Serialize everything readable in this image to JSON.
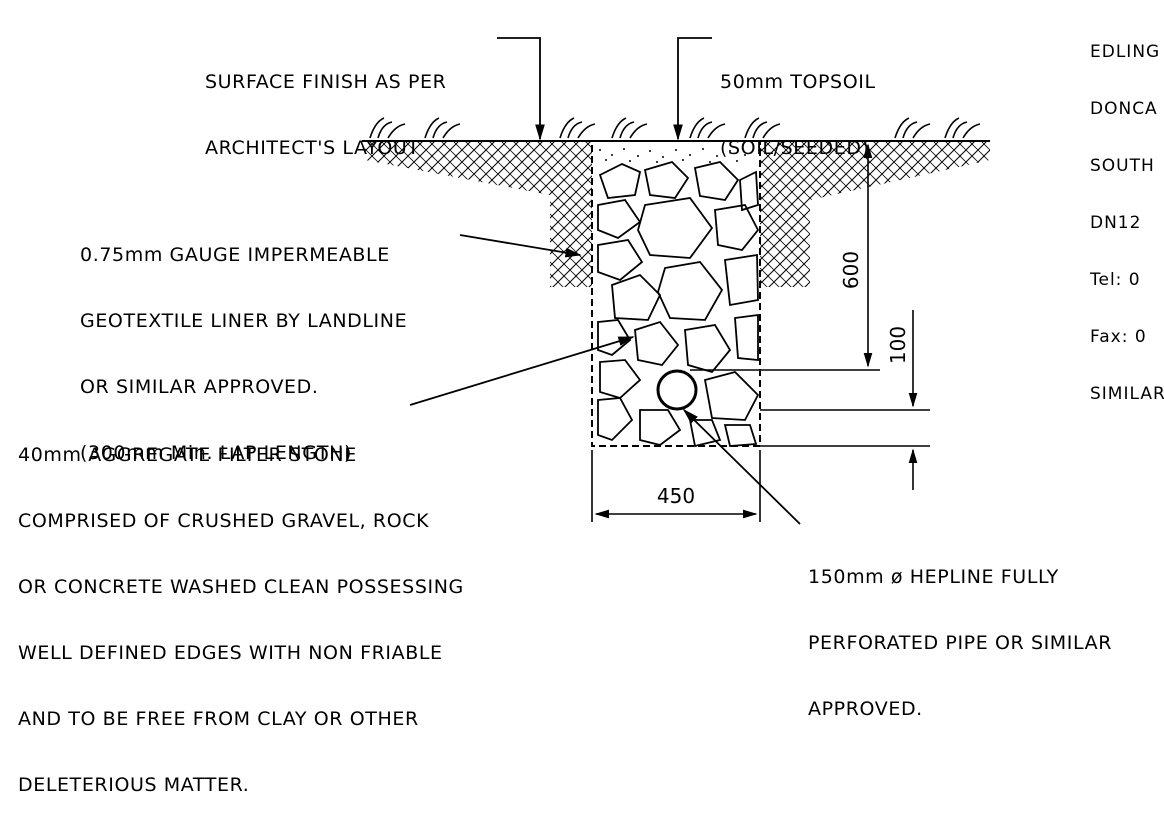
{
  "labels": {
    "surface_finish": [
      "SURFACE FINISH AS PER",
      "ARCHITECT'S LAYOUT"
    ],
    "topsoil": [
      "50mm TOPSOIL",
      "(SOIL/SEEDED)"
    ],
    "liner": [
      "0.75mm GAUGE IMPERMEABLE",
      "GEOTEXTILE LINER BY LANDLINE",
      "OR SIMILAR APPROVED.",
      "(300mm Min. LAP LENGTH)"
    ],
    "aggregate": [
      "40mm AGGREGATE FILTER STONE",
      "COMPRISED OF CRUSHED GRAVEL, ROCK",
      "OR CONCRETE WASHED CLEAN POSSESSING",
      "WELL DEFINED EDGES WITH NON FRIABLE",
      "AND TO BE FREE FROM CLAY OR OTHER",
      "DELETERIOUS MATTER."
    ],
    "pipe": [
      "150mm ø HEPLINE FULLY",
      "PERFORATED PIPE OR SIMILAR",
      "APPROVED."
    ],
    "corner": [
      "EDLING",
      "DONCA",
      "SOUTH",
      "DN12",
      "Tel: 0",
      "Fax: 0",
      "SIMILAR"
    ]
  },
  "dimensions": {
    "depth": "600",
    "pipe_cover": "100",
    "width": "450"
  }
}
